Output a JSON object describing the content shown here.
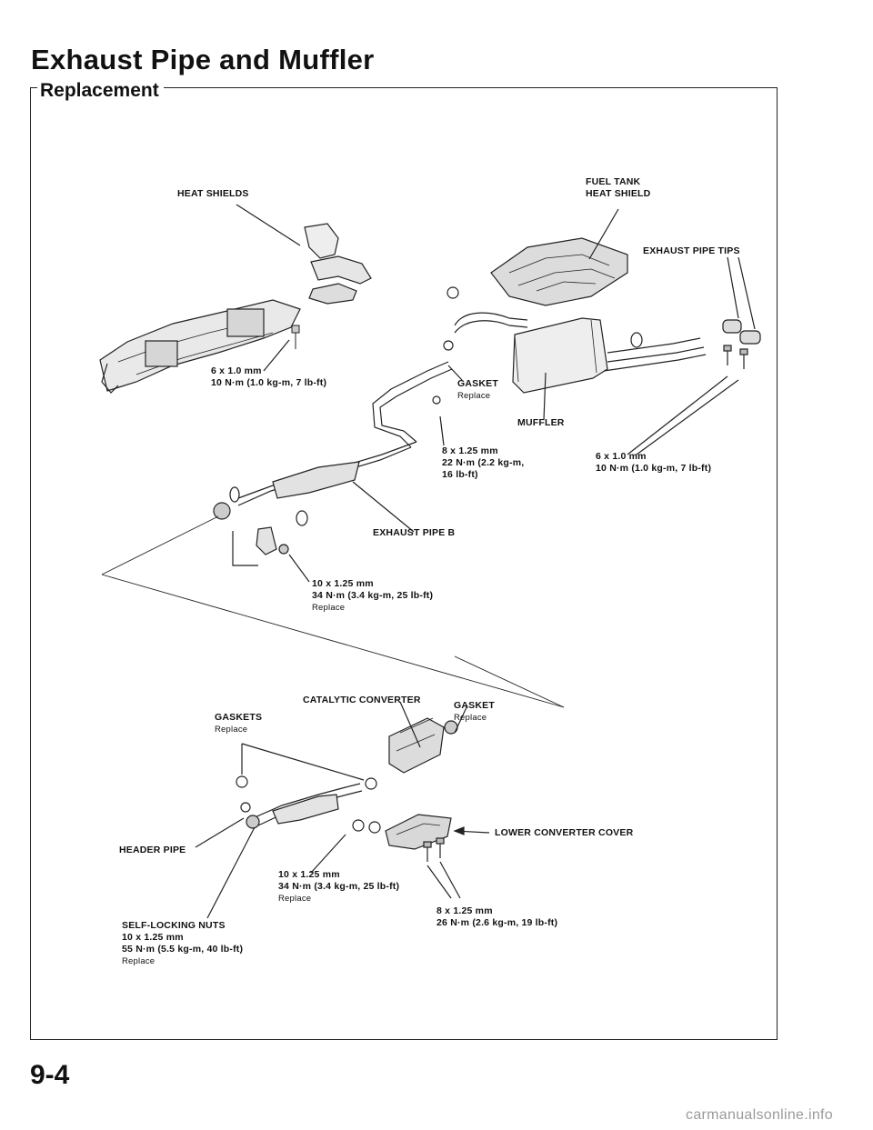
{
  "page": {
    "title": "Exhaust Pipe and Muffler",
    "section": "Replacement",
    "page_number": "9-4",
    "watermark": "carmanualsonline.info"
  },
  "labels": {
    "heat_shields": "HEAT SHIELDS",
    "fuel_tank_heat_shield_1": "FUEL TANK",
    "fuel_tank_heat_shield_2": "HEAT SHIELD",
    "exhaust_pipe_tips": "EXHAUST PIPE TIPS",
    "bolt_6x1_left_1": "6 x 1.0 mm",
    "bolt_6x1_left_2": "10 N·m (1.0 kg-m, 7 lb-ft)",
    "gasket_upper": "GASKET",
    "gasket_upper_note": "Replace",
    "muffler": "MUFFLER",
    "bolt_8x125_upper_1": "8 x 1.25 mm",
    "bolt_8x125_upper_2": "22 N·m (2.2 kg-m,",
    "bolt_8x125_upper_3": "16 lb-ft)",
    "bolt_6x1_right_1": "6 x 1.0 mm",
    "bolt_6x1_right_2": "10 N·m (1.0 kg-m, 7 lb-ft)",
    "exhaust_pipe_b": "EXHAUST PIPE B",
    "bolt_10x125_upper_1": "10 x 1.25 mm",
    "bolt_10x125_upper_2": "34 N·m (3.4 kg-m, 25 lb-ft)",
    "bolt_10x125_upper_note": "Replace",
    "catalytic_converter": "CATALYTIC CONVERTER",
    "gaskets_lower": "GASKETS",
    "gaskets_lower_note": "Replace",
    "gasket_lower": "GASKET",
    "gasket_lower_note": "Replace",
    "header_pipe": "HEADER PIPE",
    "lower_converter_cover": "LOWER CONVERTER COVER",
    "bolt_10x125_lower_1": "10 x 1.25 mm",
    "bolt_10x125_lower_2": "34 N·m (3.4 kg-m, 25 lb-ft)",
    "bolt_10x125_lower_note": "Replace",
    "self_locking_nuts": "SELF-LOCKING NUTS",
    "self_locking_nuts_2": "10 x 1.25 mm",
    "self_locking_nuts_3": "55 N·m (5.5 kg-m, 40 lb-ft)",
    "self_locking_nuts_note": "Replace",
    "bolt_8x125_lower_1": "8 x 1.25 mm",
    "bolt_8x125_lower_2": "26 N·m (2.6 kg-m, 19 lb-ft)"
  }
}
